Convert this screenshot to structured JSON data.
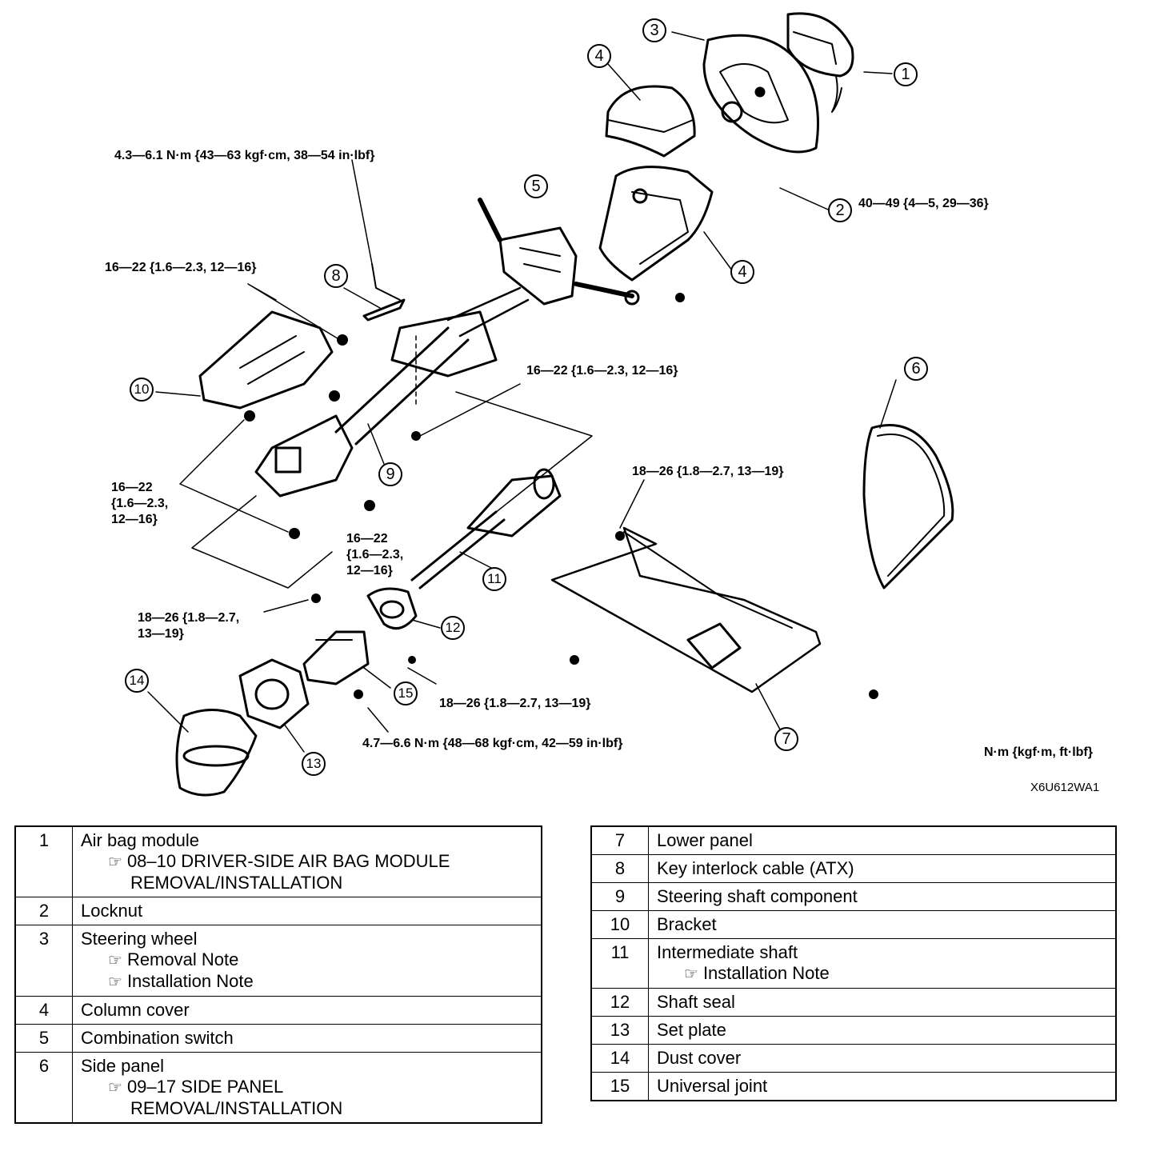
{
  "torque_labels": {
    "t_top": "4.3—6.1 N·m {43—63 kgf·cm, 38—54 in·lbf}",
    "t_wheel": "40—49 {4—5, 29—36}",
    "t_bracket_top": "16—22 {1.6—2.3, 12—16}",
    "t_column": "16—22 {1.6—2.3, 12—16}",
    "t_left": "16—22\n{1.6—2.3,\n12—16}",
    "t_mid": "16—22\n{1.6—2.3,\n12—16}",
    "t_panel": "18—26 {1.8—2.7, 13—19}",
    "t_bolt_left": "18—26 {1.8—2.7,\n13—19}",
    "t_bolt_right": "18—26 {1.8—2.7, 13—19}",
    "t_bottom": "4.7—6.6 N·m {48—68 kgf·cm, 42—59 in·lbf}"
  },
  "callouts": {
    "c1": "1",
    "c2": "2",
    "c3": "3",
    "c4a": "4",
    "c4b": "4",
    "c5": "5",
    "c6": "6",
    "c7": "7",
    "c8": "8",
    "c9": "9",
    "c10": "10",
    "c11": "11",
    "c12": "12",
    "c13": "13",
    "c14": "14",
    "c15": "15"
  },
  "units": "N·m {kgf·m, ft·lbf}",
  "figure_code": "X6U612WA1",
  "table_left": [
    {
      "num": "1",
      "name": "Air bag module",
      "refs": [
        "08–10 DRIVER-SIDE AIR BAG MODULE",
        "REMOVAL/INSTALLATION"
      ]
    },
    {
      "num": "2",
      "name": "Locknut",
      "refs": []
    },
    {
      "num": "3",
      "name": "Steering wheel",
      "refs": [
        "Removal Note",
        "Installation Note"
      ]
    },
    {
      "num": "4",
      "name": "Column cover",
      "refs": []
    },
    {
      "num": "5",
      "name": "Combination switch",
      "refs": []
    },
    {
      "num": "6",
      "name": "Side panel",
      "refs": [
        "09–17 SIDE PANEL",
        "REMOVAL/INSTALLATION"
      ]
    }
  ],
  "table_right": [
    {
      "num": "7",
      "name": "Lower panel",
      "refs": []
    },
    {
      "num": "8",
      "name": "Key interlock cable (ATX)",
      "refs": []
    },
    {
      "num": "9",
      "name": "Steering shaft component",
      "refs": []
    },
    {
      "num": "10",
      "name": "Bracket",
      "refs": []
    },
    {
      "num": "11",
      "name": "Intermediate shaft",
      "refs": [
        "Installation Note"
      ]
    },
    {
      "num": "12",
      "name": "Shaft seal",
      "refs": []
    },
    {
      "num": "13",
      "name": "Set plate",
      "refs": []
    },
    {
      "num": "14",
      "name": "Dust cover",
      "refs": []
    },
    {
      "num": "15",
      "name": "Universal joint",
      "refs": []
    }
  ],
  "icons": {
    "reference": "pointing-hand-icon"
  }
}
